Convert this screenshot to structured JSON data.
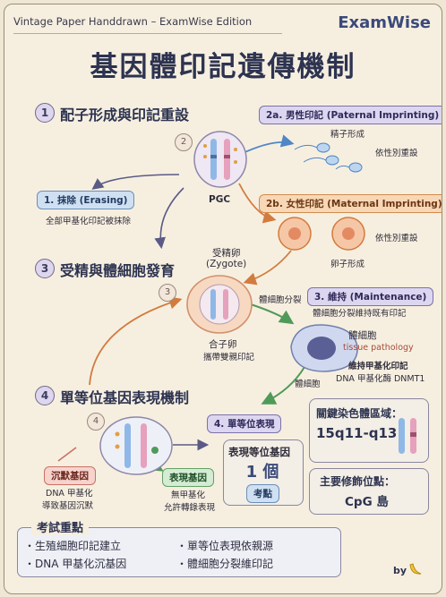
{
  "header": {
    "left_text": "Vintage Paper Handdrawn – ExamWise Edition",
    "brand": "ExamWise"
  },
  "title": "基因體印記遺傳機制",
  "section1": {
    "num": "1",
    "title": "配子形成與印記重設",
    "step_num": "2",
    "pgc_label": "PGC"
  },
  "erasing": {
    "label": "1. 抹除 (Erasing)",
    "desc": "全部甲基化印記被抹除"
  },
  "paternal": {
    "label": "2a. 男性印記 (Paternal Imprinting)",
    "sperm_label": "精子形成",
    "right_label": "依性別重設"
  },
  "maternal": {
    "label": "2b. 女性印記 (Maternal Imprinting)",
    "egg_label": "卵子形成",
    "right_label": "依性別重設"
  },
  "section3": {
    "num": "3",
    "title": "受精與體細胞發育",
    "step_num": "3",
    "zygote_top": "受精卵",
    "zygote_paren": "(Zygote)",
    "zygote_bottom1": "合子卵",
    "zygote_bottom2": "攜帶雙親印記",
    "division_label": "體細胞分裂"
  },
  "maintenance": {
    "label": "3. 維持 (Maintenance)",
    "desc": "體細胞分裂維持既有印記",
    "somatic_label": "體細胞",
    "tissue_label": "tissue pathology",
    "keep_label": "維持甲基化印記",
    "enzyme_label": "DNA 甲基化酶 DNMT1",
    "cell_label": "體細胞"
  },
  "section4": {
    "num": "4",
    "title": "單等位基因表現機制",
    "step_num": "4",
    "monoallelic_label": "4. 單等位表現"
  },
  "silenced": {
    "label": "沉默基因",
    "desc1": "DNA 甲基化",
    "desc2": "導致基因沉默"
  },
  "expressed": {
    "label": "表現基因",
    "desc1": "無甲基化",
    "desc2": "允許轉錄表現"
  },
  "express_box": {
    "title": "表現等位基因",
    "value": "1 個",
    "tag": "考點"
  },
  "region_box": {
    "title": "關鍵染色體區域：",
    "value": "15q11-q13"
  },
  "site_box": {
    "title": "主要修飾位點：",
    "value": "CpG 島"
  },
  "exam": {
    "title": "考試重點",
    "items": [
      "・生殖細胞印記建立",
      "・單等位表現依親源",
      "・DNA 甲基化沉基因",
      "・體細胞分裂維印記"
    ]
  },
  "footer": {
    "by": "by"
  },
  "colors": {
    "accent": "#3b4a7a",
    "paternal": "#4f86c6",
    "maternal": "#e3a074",
    "green": "#4f9a58"
  }
}
